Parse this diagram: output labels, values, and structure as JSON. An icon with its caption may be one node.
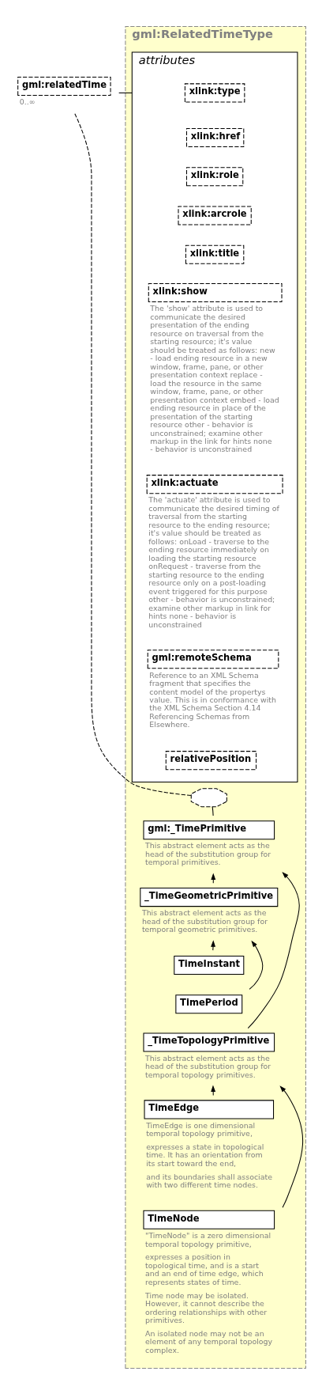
{
  "diagram": {
    "nodes": [
      {
        "text": [
          "gml:relatedTime"
        ],
        "beside": [
          "0..∞"
        ]
      },
      {
        "text": [
          "gml:RelatedTimeType"
        ]
      },
      {
        "text": [
          "attributes"
        ],
        "in": 1
      },
      {
        "text": [
          "xlink:type"
        ],
        "in": 2
      },
      {
        "text": [
          "xlink:href"
        ],
        "in": 2
      },
      {
        "text": [
          "xlink:role"
        ],
        "in": 2
      },
      {
        "text": [
          "xlink:arcrole"
        ],
        "in": 2
      },
      {
        "text": [
          "xlink:title"
        ],
        "in": 2
      },
      {
        "text": [
          "xlink:show"
        ],
        "in": 2,
        "beside": [
          "The 'show' attribute is used to communicate the desired presentation of the ending resource on traversal from the starting resource; it's value should be treated as follows: new - load ending resource in a new window, frame, pane, or other presentation context replace - load the resource in the same window, frame, pane, or other presentation context embed - load ending resource in place of the presentation of the starting resource other - behavior is unconstrained; examine other markup in the link for hints none - behavior is unconstrained"
        ]
      },
      {
        "text": [
          "xlink:actuate"
        ],
        "in": 2,
        "beside": [
          "The 'actuate' attribute is used to communicate the desired timing of traversal from the starting resource to the ending resource; it's value should be treated as follows: onLoad - traverse to the ending resource immediately on loading the starting resource onRequest - traverse from the starting resource to the ending resource only on a post-loading event triggered for this purpose other - behavior is unconstrained; examine other markup in link for hints none - behavior is unconstrained"
        ]
      },
      {
        "text": [
          "gml:remoteSchema"
        ],
        "in": 2,
        "beside": [
          "Reference to an XML Schema fragment that specifies the content model of the propertys value. This is in conformance with the XML Schema Section 4.14 Referencing Schemas from Elsewhere."
        ]
      },
      {
        "text": [
          "relativePosition"
        ],
        "in": 2
      },
      {
        "text": [],
        "shape": "octagon",
        "in": 1
      },
      {
        "text": [
          "gml:_TimePrimitive"
        ],
        "in": 1,
        "beside": [
          "This abstract element acts as the head of the substitution group for temporal primitives."
        ]
      },
      {
        "text": [
          "_TimeGeometricPrimitive"
        ],
        "in": 1,
        "beside": [
          "This abstract element acts as the head of the substitution group for temporal geometric primitives."
        ]
      },
      {
        "text": [
          "TimeInstant"
        ],
        "in": 1
      },
      {
        "text": [
          "TimePeriod"
        ],
        "in": 1
      },
      {
        "text": [
          "_TimeTopologyPrimitive"
        ],
        "in": 1,
        "beside": [
          "This abstract element acts as the head of the substitution group for temporal topology primitives."
        ]
      },
      {
        "text": [
          "TimeEdge"
        ],
        "in": 1,
        "beside": [
          "TimeEdge is one dimensional temporal topology primitive,",
          "expresses a state in topological time. It has an orientation from its start toward the end,",
          "and its boundaries shall associate with two different time nodes."
        ]
      },
      {
        "text": [
          "TimeNode"
        ],
        "in": 1,
        "beside": [
          "\"TimeNode\" is a zero dimensional temporal topology primitive,",
          "expresses a position in topological time, and is a start and an end of time edge, which represents states of time.",
          "Time node may be isolated. However, it cannot describe the ordering relationships with other primitives.",
          "An isolated node may not be an element of any temporal topology complex."
        ]
      }
    ],
    "edges": [
      {
        "from": 0,
        "to": 2,
        "arrow": "none"
      },
      {
        "from": 0,
        "to": 12,
        "arrow": "none",
        "style": "dashed"
      },
      {
        "from": 12,
        "to": 13,
        "arrow": "none"
      },
      {
        "from": 14,
        "to": 13,
        "arrow": "to"
      },
      {
        "from": 15,
        "to": 14,
        "arrow": "to"
      },
      {
        "from": 16,
        "to": 14,
        "arrow": "to"
      },
      {
        "from": 17,
        "to": 13,
        "arrow": "to"
      },
      {
        "from": 18,
        "to": 17,
        "arrow": "to"
      },
      {
        "from": 19,
        "to": 17,
        "arrow": "to"
      }
    ]
  }
}
